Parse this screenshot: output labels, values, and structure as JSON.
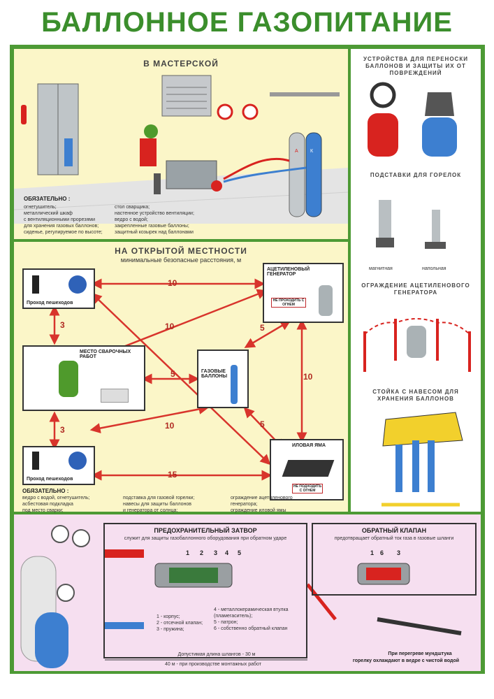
{
  "title": "БАЛЛОННОЕ ГАЗОПИТАНИЕ",
  "workshop": {
    "title": "В МАСТЕРСКОЙ",
    "balloon_labels": [
      "А",
      "К"
    ],
    "mandatory_title": "ОБЯЗАТЕЛЬНО :",
    "mandatory_left": [
      "огнетушитель;",
      "металлический шкаф",
      "с вентиляционными прорезями",
      "для хранения газовых баллонов;",
      "сиденье, регулируемое по высоте;"
    ],
    "mandatory_right": [
      "стол сварщика;",
      "настенное устройство вентиляции;",
      "ведро с водой;",
      "закрепленные газовые баллоны;",
      "защитный козырек над баллонами"
    ]
  },
  "open": {
    "title": "НА ОТКРЫТОЙ МЕСТНОСТИ",
    "subtitle": "минимальные безопасные расстояния, м",
    "pedestrian": "Проход пешеходов",
    "welding": "МЕСТО СВАРОЧНЫХ РАБОТ",
    "cylinders": "ГАЗОВЫЕ БАЛЛОНЫ",
    "generator": "АЦЕТИЛЕНОВЫЙ ГЕНЕРАТОР",
    "generator_sign": "НЕ ПРОХОДИТЬ С ОГНЕМ",
    "pit": "ИЛОВАЯ ЯМА",
    "pit_sign": "НЕ ПОДХОДИТЬ С ОГНЕМ",
    "distances": {
      "d10a": "10",
      "d10b": "10",
      "d10c": "10",
      "d10d": "10",
      "d3a": "3",
      "d3b": "3",
      "d5a": "5",
      "d5b": "5",
      "d5c": "5",
      "d15": "15"
    },
    "mandatory_title": "ОБЯЗАТЕЛЬНО :",
    "mandatory_col1": [
      "ведро с водой, огнетушитель;",
      "асбестовая подкладка",
      "под место сварки;"
    ],
    "mandatory_col2": [
      "подставка для газовой горелки;",
      "навесы для защиты баллонов",
      "и генератора от солнца;"
    ],
    "mandatory_col3": [
      "ограждение ацетиленового",
      "генератора;",
      "ограждение иловой ямы"
    ]
  },
  "right": {
    "t1": "УСТРОЙСТВА ДЛЯ ПЕРЕНОСКИ БАЛЛОНОВ И ЗАЩИТЫ ИХ ОТ ПОВРЕЖДЕНИЙ",
    "t2": "ПОДСТАВКИ ДЛЯ ГОРЕЛОК",
    "stand1": "магнитная",
    "stand2": "напольная",
    "t3": "ОГРАЖДЕНИЕ АЦЕТИЛЕНОВОГО ГЕНЕРАТОРА",
    "t4": "СТОЙКА С НАВЕСОМ ДЛЯ ХРАНЕНИЯ БАЛЛОНОВ"
  },
  "bottom": {
    "valve_title": "ПРЕДОХРАНИТЕЛЬНЫЙ ЗАТВОР",
    "valve_desc": "служит для защиты газобаллонного оборудования при обратном ударе",
    "valve_nums": [
      "1",
      "2",
      "3",
      "4",
      "5"
    ],
    "legend_left": [
      "1 - корпус;",
      "2 - отсечной клапан;",
      "3 - пружина;"
    ],
    "legend_right": [
      "4 - металлокерамическая втулка",
      "(пламегаситель);",
      "5 - патрон;",
      "6 - собственно обратный клапан"
    ],
    "check_title": "ОБРАТНЫЙ КЛАПАН",
    "check_desc": "предотвращает обратный ток газа в газовые шланги",
    "check_nums": [
      "1",
      "6",
      "3"
    ],
    "hose1": "Допустимая длина шлангов - 30 м",
    "hose2": "40 м - при производстве монтажных работ",
    "cool_note1": "При перегреве мундштука",
    "cool_note2": "горелку охлаждают в ведре с чистой водой"
  }
}
